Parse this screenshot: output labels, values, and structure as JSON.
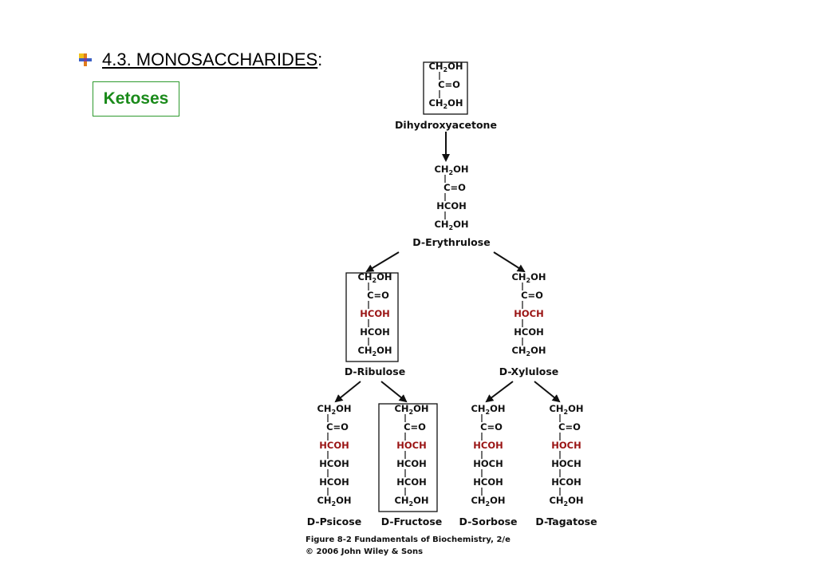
{
  "heading": {
    "text": "4.3. MONOSACCHARIDES",
    "suffix": ":"
  },
  "ketoses_label": "Ketoses",
  "colors": {
    "highlight": "#9a1414",
    "box_green": "#2e9a2e",
    "text_green": "#1a8a1a"
  },
  "molecules": [
    {
      "id": "dihydroxyacetone",
      "name": "Dihydroxyacetone",
      "boxed": true,
      "groups": [
        {
          "text": "CH2OH"
        },
        {
          "text": "C=O"
        },
        {
          "text": "CH2OH"
        }
      ]
    },
    {
      "id": "erythrulose",
      "name": "D-Erythrulose",
      "boxed": false,
      "groups": [
        {
          "text": "CH2OH"
        },
        {
          "text": "C=O"
        },
        {
          "text": "HCOH"
        },
        {
          "text": "CH2OH"
        }
      ]
    },
    {
      "id": "ribulose",
      "name": "D-Ribulose",
      "boxed": true,
      "groups": [
        {
          "text": "CH2OH"
        },
        {
          "text": "C=O"
        },
        {
          "text": "HCOH",
          "red": true
        },
        {
          "text": "HCOH"
        },
        {
          "text": "CH2OH"
        }
      ]
    },
    {
      "id": "xylulose",
      "name": "D-Xylulose",
      "boxed": false,
      "groups": [
        {
          "text": "CH2OH"
        },
        {
          "text": "C=O"
        },
        {
          "text": "HOCH",
          "red": true
        },
        {
          "text": "HCOH"
        },
        {
          "text": "CH2OH"
        }
      ]
    },
    {
      "id": "psicose",
      "name": "D-Psicose",
      "boxed": false,
      "groups": [
        {
          "text": "CH2OH"
        },
        {
          "text": "C=O"
        },
        {
          "text": "HCOH",
          "red": true
        },
        {
          "text": "HCOH"
        },
        {
          "text": "HCOH"
        },
        {
          "text": "CH2OH"
        }
      ]
    },
    {
      "id": "fructose",
      "name": "D-Fructose",
      "boxed": true,
      "groups": [
        {
          "text": "CH2OH"
        },
        {
          "text": "C=O"
        },
        {
          "text": "HOCH",
          "red": true
        },
        {
          "text": "HCOH"
        },
        {
          "text": "HCOH"
        },
        {
          "text": "CH2OH"
        }
      ]
    },
    {
      "id": "sorbose",
      "name": "D-Sorbose",
      "boxed": false,
      "groups": [
        {
          "text": "CH2OH"
        },
        {
          "text": "C=O"
        },
        {
          "text": "HCOH",
          "red": true
        },
        {
          "text": "HOCH"
        },
        {
          "text": "HCOH"
        },
        {
          "text": "CH2OH"
        }
      ]
    },
    {
      "id": "tagatose",
      "name": "D-Tagatose",
      "boxed": false,
      "groups": [
        {
          "text": "CH2OH"
        },
        {
          "text": "C=O"
        },
        {
          "text": "HOCH",
          "red": true
        },
        {
          "text": "HOCH"
        },
        {
          "text": "HCOH"
        },
        {
          "text": "CH2OH"
        }
      ]
    }
  ],
  "caption": {
    "line1": "Figure 8-2  Fundamentals of Biochemistry, 2/e",
    "line2": "© 2006 John Wiley & Sons"
  }
}
